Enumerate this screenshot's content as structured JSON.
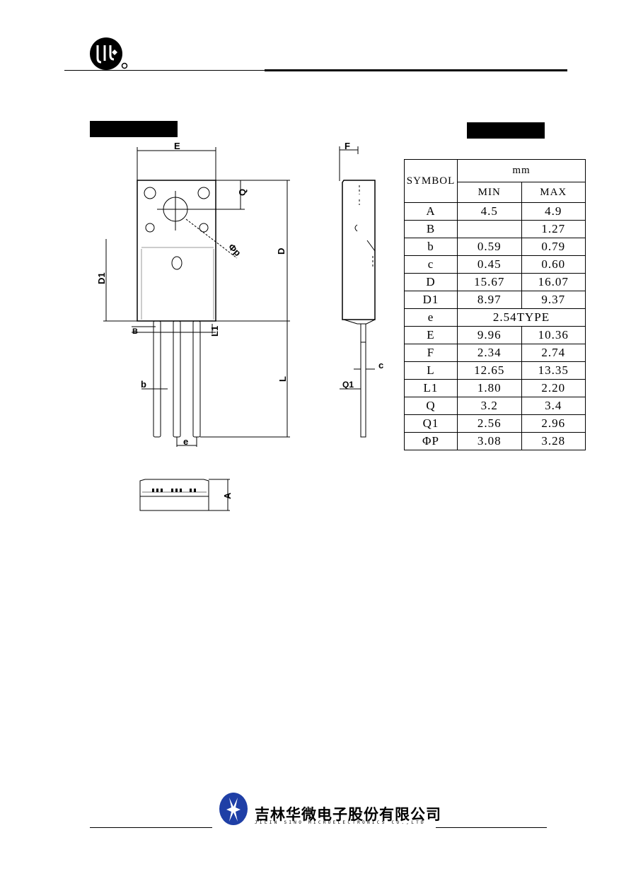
{
  "header": {
    "logo_icon": "jsm-logo-icon"
  },
  "drawing": {
    "labels": {
      "E": "E",
      "Q": "Q",
      "phiP": "Φp",
      "D": "D",
      "D1": "D1",
      "B": "B",
      "L1": "L1",
      "b": "b",
      "L": "L",
      "e": "e",
      "F": "F",
      "c": "c",
      "Q1": "Q1",
      "A": "A"
    }
  },
  "table": {
    "symbol_header": "SYMBOL",
    "unit_header": "mm",
    "min_header": "MIN",
    "max_header": "MAX",
    "rows": [
      {
        "symbol": "A",
        "min": "4.5",
        "max": "4.9"
      },
      {
        "symbol": "B",
        "min": "",
        "max": "1.27"
      },
      {
        "symbol": "b",
        "min": "0.59",
        "max": "0.79"
      },
      {
        "symbol": "c",
        "min": "0.45",
        "max": "0.60"
      },
      {
        "symbol": "D",
        "min": "15.67",
        "max": "16.07"
      },
      {
        "symbol": "D1",
        "min": "8.97",
        "max": "9.37"
      },
      {
        "symbol": "e",
        "span": "2.54TYPE"
      },
      {
        "symbol": "E",
        "min": "9.96",
        "max": "10.36"
      },
      {
        "symbol": "F",
        "min": "2.34",
        "max": "2.74"
      },
      {
        "symbol": "L",
        "min": "12.65",
        "max": "13.35"
      },
      {
        "symbol": "L1",
        "min": "1.80",
        "max": "2.20"
      },
      {
        "symbol": "Q",
        "min": "3.2",
        "max": "3.4"
      },
      {
        "symbol": "Q1",
        "min": "2.56",
        "max": "2.96"
      },
      {
        "symbol": "ΦP",
        "min": "3.08",
        "max": "3.28"
      }
    ]
  },
  "footer": {
    "company_cn": "吉林华微电子股份有限公司",
    "company_en": "JILIN SINO MICROELECTRONICS CO.,LTD",
    "logo_icon": "sino-star-logo-icon"
  }
}
